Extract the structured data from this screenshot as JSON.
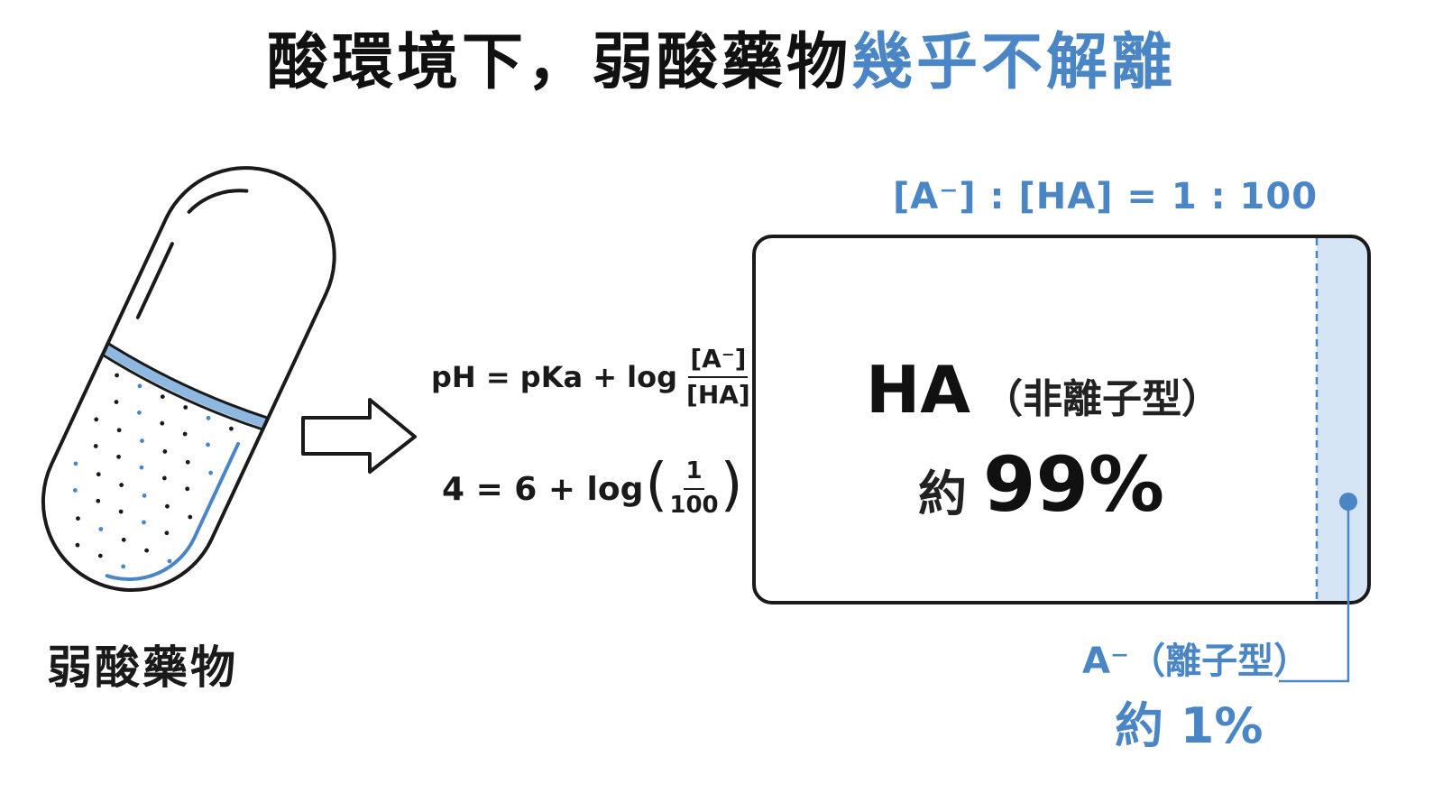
{
  "title": {
    "part1": "酸環境下，弱酸藥物",
    "part2": "幾乎不解離"
  },
  "capsule_label": "弱酸藥物",
  "formula": {
    "line1_left": "pH = pKa + log",
    "line1_num": "[A⁻]",
    "line1_den": "[HA]",
    "line2_left": "4 = 6 + log",
    "line2_num": "1",
    "line2_den": "100"
  },
  "ratio_label": "[A⁻] : [HA] = 1 : 100",
  "ha": {
    "name": "HA",
    "type": "（非離子型）",
    "approx": "約",
    "percent": "99%",
    "share": 0.99
  },
  "a_minus": {
    "label": "A⁻（離子型）",
    "percent_text": "約 1%",
    "share": 0.01
  },
  "colors": {
    "accent": "#4a86c5",
    "band": "#8fb8e0",
    "fill_light": "#d5e5f5",
    "ink": "#1a1a1a"
  }
}
